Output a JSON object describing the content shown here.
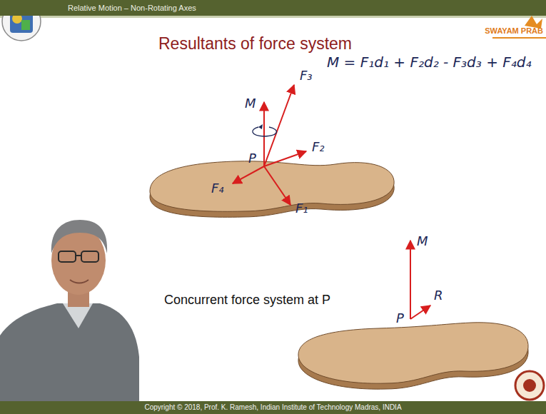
{
  "diagram": {
    "title": "Resultants of force system",
    "nodes": [
      {
        "text": [
          "Relative Motion – Non-Rotating Axes"
        ]
      },
      {
        "text": [
          "Copyright © 2018, Prof. K. Ramesh, Indian Institute of Technology Madras, INDIA"
        ]
      }
    ],
    "labels": [
      "SWAYAM PRAB",
      "F₃",
      "M",
      "M = F₁d₁ + F₂d₂ - F₃d₃ + F₄d₄",
      "F₂",
      "P",
      "F₄",
      "F₁",
      "Concurrent force system at P",
      "M",
      "P",
      "R"
    ]
  }
}
